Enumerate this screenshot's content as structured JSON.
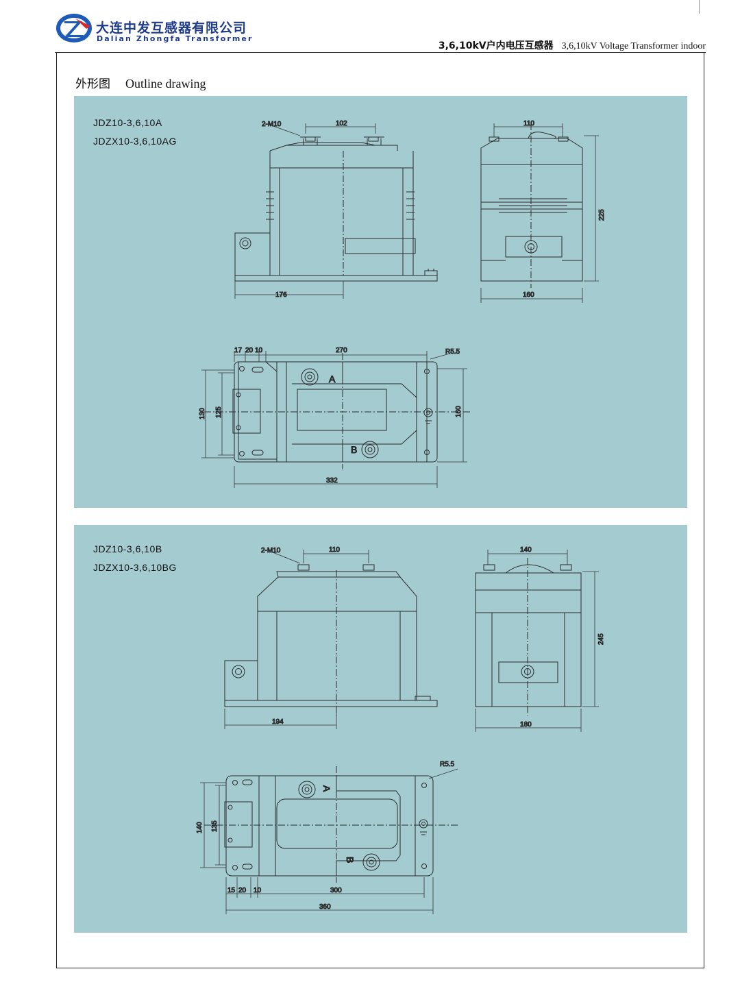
{
  "header": {
    "company_cn": "大连中发互感器有限公司",
    "company_en": "Dalian Zhongfa Transformer",
    "product_cn": "3,6,10kV户内电压互感器",
    "product_en": "3,6,10kV Voltage Transformer indoor"
  },
  "section": {
    "title_cn": "外形图",
    "title_en": "Outline drawing"
  },
  "colors": {
    "panel": "#a4cbd0",
    "logo_blue": "#1e5bb8",
    "logo_red": "#d8262b",
    "line": "#2a2a2a"
  },
  "panel_a": {
    "models": [
      "JDZ10-3,6,10A",
      "JDZX10-3,6,10AG"
    ],
    "front": {
      "bolt_label": "2-M10",
      "dim_top": "102",
      "dim_bottom": "176"
    },
    "side": {
      "dim_top": "110",
      "dim_height": "225",
      "dim_bottom": "160"
    },
    "plan": {
      "dims_top": [
        "17",
        "20",
        "10"
      ],
      "dim_270": "270",
      "radius": "R5.5",
      "dim_130": "130",
      "dim_125": "125",
      "dim_160": "160",
      "dim_332": "332",
      "terminal_a": "A",
      "terminal_b": "B"
    }
  },
  "panel_b": {
    "models": [
      "JDZ10-3,6,10B",
      "JDZX10-3,6,10BG"
    ],
    "front": {
      "bolt_label": "2-M10",
      "dim_top": "110",
      "dim_bottom": "194"
    },
    "side": {
      "dim_top": "140",
      "dim_height": "245",
      "dim_bottom": "180"
    },
    "plan": {
      "radius": "R5.5",
      "dim_140": "140",
      "dim_135": "135",
      "dims_bottom": [
        "15",
        "20",
        "10"
      ],
      "dim_300": "300",
      "dim_360": "360",
      "terminal_a": "A",
      "terminal_b": "B"
    }
  }
}
